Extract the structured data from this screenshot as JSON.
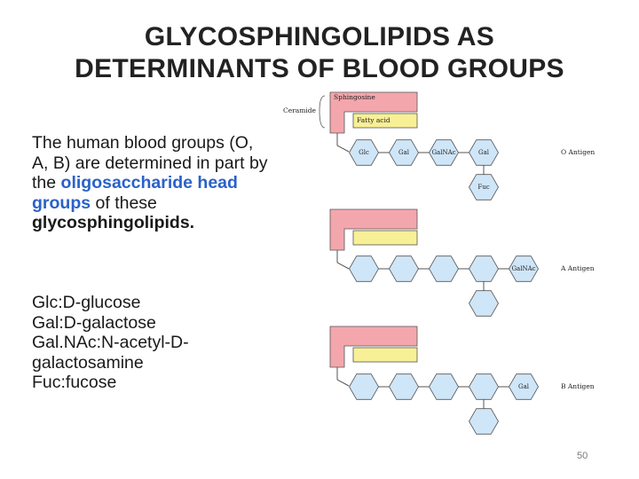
{
  "slide": {
    "title_line1": "GLYCOSPHINGOLIPIDS AS",
    "title_line2": "DETERMINANTS OF BLOOD GROUPS",
    "page_number": "50"
  },
  "description": {
    "part1": "The human blood groups (O, A, B) are determined in part by the ",
    "highlight": "oligosaccharide head groups",
    "part2": " of these ",
    "bold": "glycosphingolipids."
  },
  "abbreviations": [
    "Glc:D-glucose",
    "Gal:D-galactose",
    "Gal.NAc:N-acetyl-D-",
    "galactosamine",
    "Fuc:fucose"
  ],
  "diagram": {
    "ceramide_label": "Ceramide",
    "sphingosine_label": "Sphingosine",
    "fatty_acid_label": "Fatty acid",
    "o_antigen": {
      "label": "O Antigen",
      "sugars": [
        "Glc",
        "Gal",
        "GalNAc",
        "Gal"
      ],
      "branch": "Fuc"
    },
    "a_antigen": {
      "label": "A Antigen",
      "terminal": "GalNAc"
    },
    "b_antigen": {
      "label": "B Antigen",
      "terminal": "Gal"
    },
    "colors": {
      "sphingosine": "#f4a6ad",
      "fatty_acid": "#f8f096",
      "sugar": "#cfe6f8",
      "stroke": "#555555"
    }
  }
}
